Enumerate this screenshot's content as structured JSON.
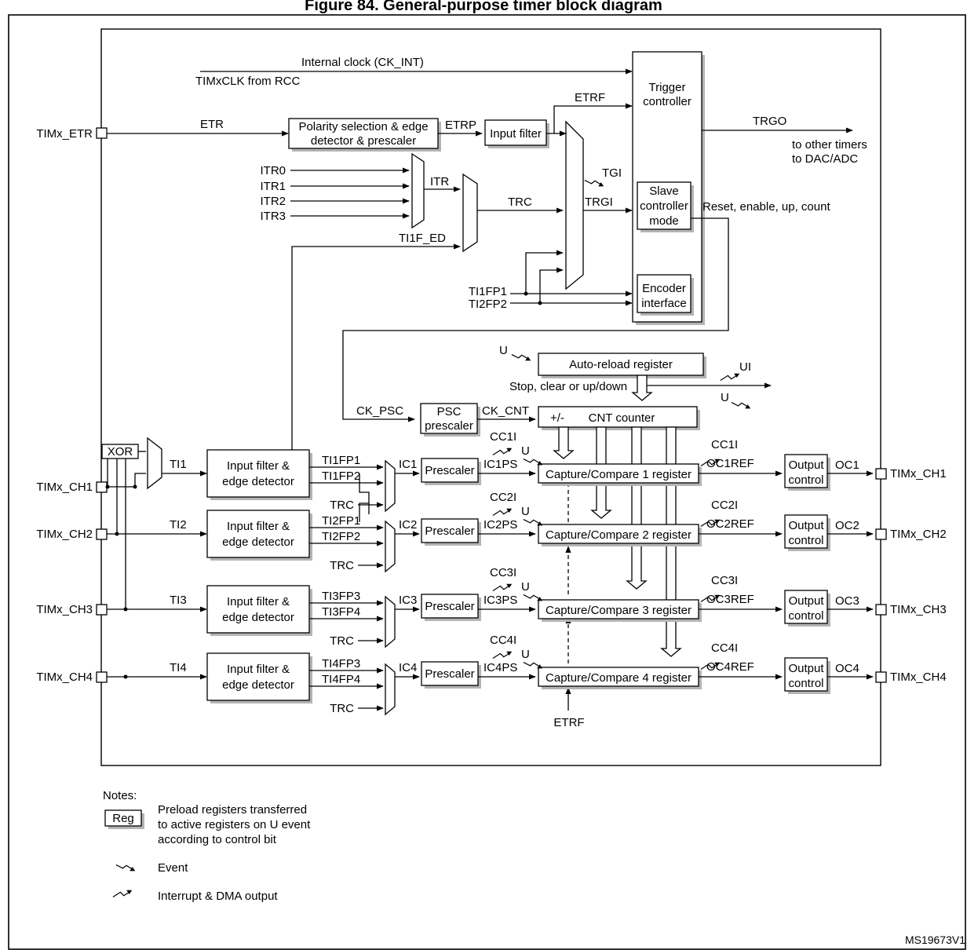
{
  "title": "Figure 84. General-purpose timer block diagram",
  "clock": {
    "ck_int": "Internal clock (CK_INT)",
    "timxclk": "TIMxCLK from RCC",
    "etr_pin": "TIMx_ETR",
    "etr": "ETR",
    "etrp": "ETRP",
    "etrf": "ETRF",
    "etrf_bottom": "ETRF",
    "polarity_line1": "Polarity selection & edge",
    "polarity_line2": "detector & prescaler",
    "input_filter": "Input filter"
  },
  "itr": {
    "inputs": [
      "ITR0",
      "ITR1",
      "ITR2",
      "ITR3"
    ],
    "itr": "ITR",
    "ti1f_ed": "TI1F_ED",
    "trc": "TRC",
    "tgi": "TGI",
    "trgi": "TRGI",
    "ti1fp1": "TI1FP1",
    "ti2fp2": "TI2FP2"
  },
  "controller": {
    "trigger_line1": "Trigger",
    "trigger_line2": "controller",
    "slave_line1": "Slave",
    "slave_line2": "controller",
    "slave_line3": "mode",
    "encoder_line1": "Encoder",
    "encoder_line2": "interface",
    "trgo": "TRGO",
    "to_timers": "to other timers",
    "to_dac": "to DAC/ADC",
    "reset": "Reset, enable, up, count"
  },
  "counter": {
    "u_event": "U",
    "autoreload": "Auto-reload register",
    "stop": "Stop, clear or up/down",
    "ui": "UI",
    "u_out": "U",
    "ck_psc": "CK_PSC",
    "psc_line1": "PSC",
    "psc_line2": "prescaler",
    "ck_cnt": "CK_CNT",
    "plusminus": "+/-",
    "cnt": "CNT counter"
  },
  "xor": "XOR",
  "channels": [
    {
      "pin": "TIMx_CH1",
      "ti": "TI1",
      "filter1": "Input filter &",
      "filter2": "edge detector",
      "in_a": "TI1FP1",
      "in_b": "TI1FP2",
      "trc": "TRC",
      "ic": "IC1",
      "prescaler": "Prescaler",
      "icps": "IC1PS",
      "cci": "CC1I",
      "u": "U",
      "register": "Capture/Compare 1 register",
      "cci_out": "CC1I",
      "ocref": "OC1REF",
      "out1": "Output",
      "out2": "control",
      "oc": "OC1"
    },
    {
      "pin": "TIMx_CH2",
      "ti": "TI2",
      "filter1": "Input filter &",
      "filter2": "edge detector",
      "in_a": "TI2FP1",
      "in_b": "TI2FP2",
      "trc": "TRC",
      "ic": "IC2",
      "prescaler": "Prescaler",
      "icps": "IC2PS",
      "cci": "CC2I",
      "u": "U",
      "register": "Capture/Compare 2 register",
      "cci_out": "CC2I",
      "ocref": "OC2REF",
      "out1": "Output",
      "out2": "control",
      "oc": "OC2"
    },
    {
      "pin": "TIMx_CH3",
      "ti": "TI3",
      "filter1": "Input filter &",
      "filter2": "edge detector",
      "in_a": "TI3FP3",
      "in_b": "TI3FP4",
      "trc": "TRC",
      "ic": "IC3",
      "prescaler": "Prescaler",
      "icps": "IC3PS",
      "cci": "CC3I",
      "u": "U",
      "register": "Capture/Compare 3 register",
      "cci_out": "CC3I",
      "ocref": "OC3REF",
      "out1": "Output",
      "out2": "control",
      "oc": "OC3"
    },
    {
      "pin": "TIMx_CH4",
      "ti": "TI4",
      "filter1": "Input filter &",
      "filter2": "edge detector",
      "in_a": "TI4FP3",
      "in_b": "TI4FP4",
      "trc": "TRC",
      "ic": "IC4",
      "prescaler": "Prescaler",
      "icps": "IC4PS",
      "cci": "CC4I",
      "u": "U",
      "register": "Capture/Compare 4 register",
      "cci_out": "CC4I",
      "ocref": "OC4REF",
      "out1": "Output",
      "out2": "control",
      "oc": "OC4"
    }
  ],
  "notes": {
    "heading": "Notes:",
    "reg": "Reg",
    "reg_desc1": "Preload registers transferred",
    "reg_desc2": "to active registers on U event",
    "reg_desc3": "according to control bit",
    "event": "Event",
    "interrupt": "Interrupt & DMA output"
  },
  "figure_id": "MS19673V1"
}
